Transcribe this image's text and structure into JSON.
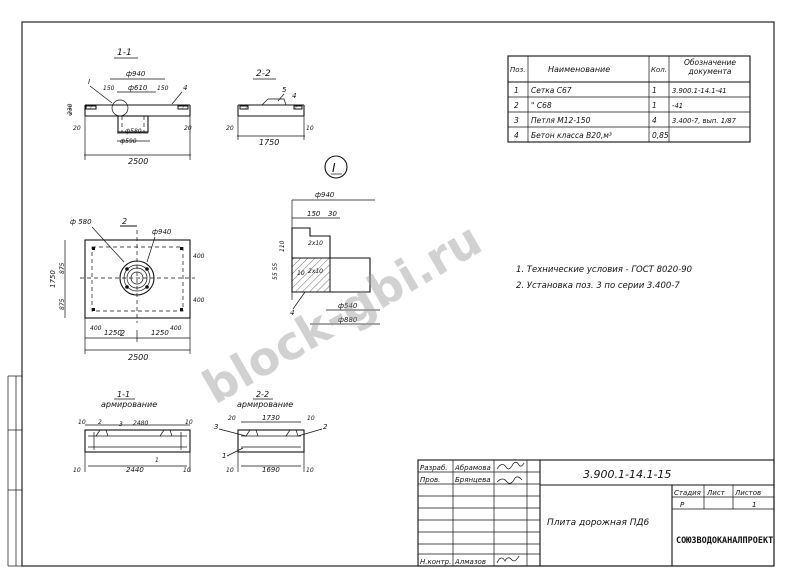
{
  "watermark": "block-gbi.ru",
  "sections": {
    "s11": "1-1",
    "s22": "2-2",
    "s11_arm_title": "1-1",
    "s11_arm_sub": "армирование",
    "s22_arm_title": "2-2",
    "s22_arm_sub": "армирование",
    "node": "I"
  },
  "dims": {
    "d940": "ф940",
    "d610": "ф610",
    "d580": "ф580",
    "d590": "ф590",
    "d540": "ф540",
    "d880": "ф880",
    "d_580_plan": "ф 580",
    "d_940_plan": "ф940",
    "v2500": "2500",
    "v1250a": "1250",
    "v1250b": "1250",
    "v1750": "1750",
    "v1730": "1730",
    "v1690": "1690",
    "v2440": "2440",
    "v2480": "2480",
    "v150a": "150",
    "v150b": "150",
    "v150c": "150",
    "v30": "30",
    "v110": "110",
    "v55": "55 55",
    "v400a": "400",
    "v400b": "400",
    "v400c": "400",
    "v400d": "400",
    "v875a": "875",
    "v875b": "875",
    "v230": "230",
    "v20a": "20",
    "v20b": "20",
    "v20c": "20",
    "v10a": "10",
    "v10b": "10",
    "v10c": "10",
    "v10d": "10",
    "v10e": "10",
    "v10f": "10",
    "v210a": "2х10",
    "v210b": "2х10",
    "p1": "1",
    "p2": "2",
    "p3": "3",
    "p4": "4",
    "p5": "5",
    "pI": "I"
  },
  "spec_table": {
    "headers": [
      "Поз.",
      "Наименование",
      "Кол.",
      "Обозначение документа"
    ],
    "rows": [
      [
        "1",
        "Сетка С67",
        "1",
        "3.900.1-14.1-41"
      ],
      [
        "2",
        "\"     С68",
        "1",
        "-41"
      ],
      [
        "3",
        "Петля М12-150",
        "4",
        "3.400-7, вып. 1/87"
      ],
      [
        "4",
        "Бетон класса В20,м³",
        "0,85",
        ""
      ]
    ]
  },
  "notes": [
    "1.  Технические условия - ГОСТ 8020-90",
    "2.  Установка поз. 3 по серии 3.400-7"
  ],
  "stamp": {
    "code": "3.900.1-14.1-15",
    "title": "Плита дорожная ПД6",
    "roles": [
      "Разраб.",
      "Пров.",
      "Н.контр."
    ],
    "names": [
      "Абрамова",
      "Брянцева",
      "Алмазов"
    ],
    "col_stage": "Стадия",
    "col_sheet": "Лист",
    "col_sheets": "Листов",
    "val_stage": "Р",
    "val_sheets": "1",
    "org": "СОЮЗВОДОКАНАЛПРОЕКТ"
  }
}
